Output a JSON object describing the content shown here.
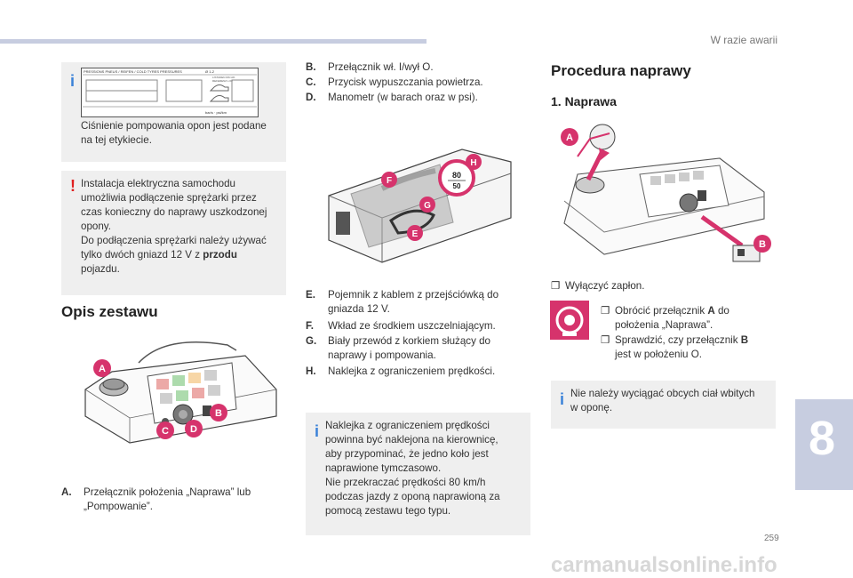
{
  "header": {
    "title": "W razie awarii"
  },
  "info_label": {
    "label_lines": [
      "PRESSIONS PNEUS / REIFEN / COLD TYRES PRESSURES",
      "Ø 1-2",
      "LISTADEN DIN A8-",
      "REFERENZ L:ID"
    ],
    "label_bottom": "bar/s · psi/km",
    "text": "Ciśnienie pompowania opon jest podane na tej etykiecie."
  },
  "warning": {
    "lines": [
      "Instalacja elektryczna samochodu",
      "umożliwia podłączenie sprężarki przez",
      "czas konieczny do naprawy uszkodzonej",
      "opony.",
      "Do podłączenia sprężarki należy używać"
    ],
    "line_prefix": "tylko dwóch gniazd 12 V z ",
    "line_bold": "przodu",
    "line_last": "pojazdu."
  },
  "section_kit": {
    "title": "Opis zestawu"
  },
  "kit_items": [
    {
      "key": "A.",
      "lines": [
        "Przełącznik położenia „Naprawa” lub",
        "„Pompowanie”."
      ]
    },
    {
      "key": "B.",
      "lines": [
        "Przełącznik wł. I/wył O."
      ]
    },
    {
      "key": "C.",
      "lines": [
        "Przycisk wypuszczania powietrza."
      ]
    },
    {
      "key": "D.",
      "lines": [
        "Manometr (w barach oraz w psi)."
      ]
    },
    {
      "key": "E.",
      "lines": [
        "Pojemnik z kablem z przejściówką do",
        "gniazda 12 V."
      ]
    },
    {
      "key": "F.",
      "lines": [
        "Wkład ze środkiem uszczelniającym."
      ]
    },
    {
      "key": "G.",
      "lines": [
        "Biały przewód z korkiem służący do",
        "naprawy i pompowania."
      ]
    },
    {
      "key": "H.",
      "lines": [
        "Naklejka z ograniczeniem prędkości."
      ]
    }
  ],
  "speed_info": {
    "lines": [
      "Naklejka z ograniczeniem prędkości",
      "powinna być naklejona na kierownicę,",
      "aby przypominać, że jedno koło jest",
      "naprawione tymczasowo.",
      "Nie przekraczać prędkości 80 km/h",
      "podczas jazdy z oponą naprawioną za",
      "pomocą zestawu tego typu."
    ]
  },
  "section_repair": {
    "title": "Procedura naprawy",
    "sub": "1. Naprawa"
  },
  "steps": {
    "s1": "Wyłączyć zapłon.",
    "s2_pre": "Obrócić przełącznik ",
    "s2_key": "A",
    "s2_post": " do",
    "s2_line2": "położenia „Naprawa”.",
    "s3_pre": "Sprawdzić, czy przełącznik ",
    "s3_key": "B",
    "s3_line2": "jest w położeniu O."
  },
  "foreign_info": {
    "lines": [
      "Nie należy wyciągać obcych ciał wbitych",
      "w oponę."
    ]
  },
  "figure_labels": {
    "a": "A",
    "b": "B",
    "c": "C",
    "d": "D",
    "e": "E",
    "f": "F",
    "g": "G",
    "h": "H",
    "speed_top": "80",
    "speed_bottom": "50"
  },
  "chapter": "8",
  "page_number": "259",
  "watermark": "carmanualsonline.info",
  "colors": {
    "accent_blue": "#c7cde0",
    "info_blue": "#3a82d8",
    "warning_red": "#e02020",
    "label_pink": "#d6336c",
    "panel_gray": "#efefef"
  }
}
